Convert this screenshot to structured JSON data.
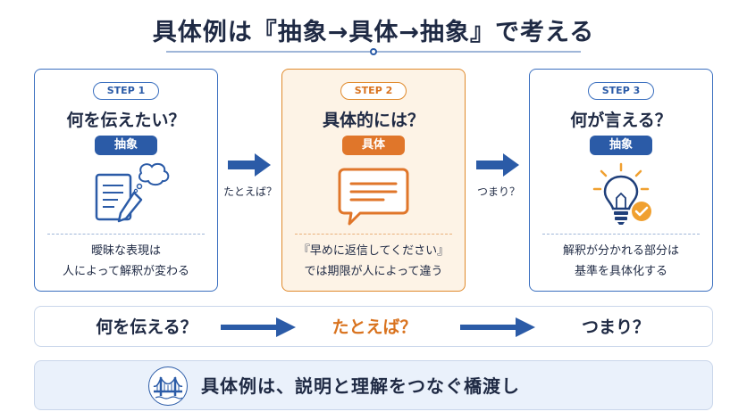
{
  "title": "具体例は『抽象→具体→抽象』で考える",
  "steps": [
    {
      "step": "STEP 1",
      "question": "何を伝えたい？",
      "tag": "抽象",
      "icon": "document-pen-thought-icon",
      "desc": [
        "曖昧な表現は",
        "人によって解釈が変わる"
      ]
    },
    {
      "step": "STEP 2",
      "question": "具体的には？",
      "tag": "具体",
      "icon": "speech-bubble-icon",
      "desc": [
        "『早めに返信してください』",
        "では期限が人によって違う"
      ]
    },
    {
      "step": "STEP 3",
      "question": "何が言える？",
      "tag": "抽象",
      "icon": "lightbulb-check-icon",
      "desc": [
        "解釈が分かれる部分は",
        "基準を具体化する"
      ]
    }
  ],
  "connectors": [
    "たとえば？",
    "つまり？"
  ],
  "flow": [
    "何を伝える？",
    "たとえば？",
    "つまり？"
  ],
  "bridge": {
    "icon": "bridge-icon",
    "text": "具体例は、説明と理解をつなぐ橋渡し"
  },
  "colors": {
    "navy": "#1f2a44",
    "blue": "#2b5ba7",
    "orange": "#e0762a",
    "pale_blue": "#eaf1fb",
    "pale_orange": "#fdf3e6"
  }
}
